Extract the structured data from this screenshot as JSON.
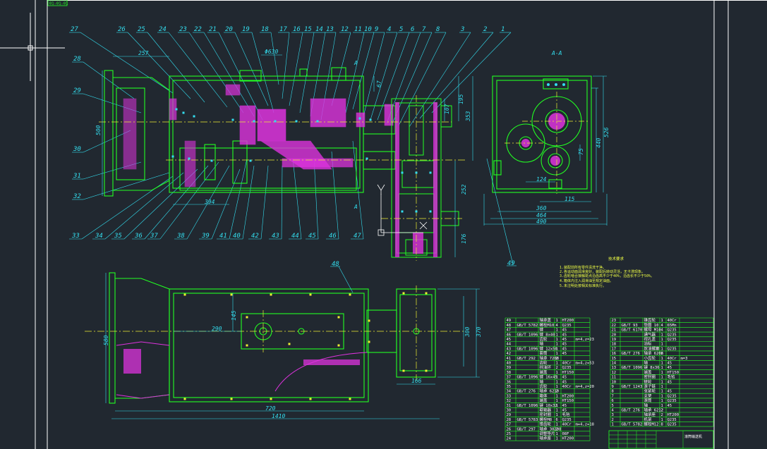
{
  "drawing": {
    "sheet_tag": "01-01-01",
    "section_label": "A-A",
    "section_mark": "A",
    "notes_title": "技术要求",
    "notes": [
      "1.装配前所有零件清洗干净。",
      "2.各运动面润滑良好，装配后转动灵活，无卡滞现象。",
      "3.齿轮啮合接触斑点沿齿高不少于40%，沿齿长不少于50%。",
      "4.箱体内注入润滑油至规定油面。",
      "5.未注明处按相关标准执行。"
    ],
    "balloons_top": [
      "27",
      "26",
      "25",
      "24",
      "23",
      "22",
      "21",
      "20",
      "19",
      "18",
      "17",
      "16",
      "15",
      "14",
      "13",
      "12",
      "11",
      "10",
      "9",
      "4",
      "5",
      "6",
      "7",
      "8",
      "3",
      "2",
      "1"
    ],
    "balloons_left": [
      "28",
      "29",
      "30",
      "31",
      "32"
    ],
    "balloons_bottom": [
      "33",
      "34",
      "35",
      "36",
      "37",
      "38",
      "39",
      "41",
      "40",
      "42",
      "43",
      "44",
      "45",
      "46",
      "47"
    ],
    "balloon_49": "49",
    "balloon_48": "48",
    "dims_main": {
      "d257": "257",
      "d630": "Φ630",
      "d500": "500",
      "d394": "394",
      "d107": "107",
      "d195": "195",
      "d353": "353",
      "d252": "252",
      "d176": "176",
      "d67": "67"
    },
    "dims_section": {
      "d526": "526",
      "d440": "440",
      "d75": "75",
      "d124": "124",
      "d115": "115",
      "d360": "360",
      "d464": "464",
      "d490": "490"
    },
    "dims_plan": {
      "d145": "145",
      "d290": "290",
      "d580": "580",
      "d720": "720",
      "d1410": "1410",
      "d166": "166",
      "d300": "300",
      "d370": "370"
    },
    "title_block_label": "滚筒输送机",
    "bom_left": [
      [
        "49",
        "",
        "轴承盖",
        "1",
        "HT200",
        ""
      ],
      [
        "48",
        "GB/T 5782",
        "螺栓M10",
        "4",
        "Q235",
        ""
      ],
      [
        "47",
        "",
        "键",
        "1",
        "45",
        ""
      ],
      [
        "46",
        "GB/T 1096",
        "键 8x40",
        "1",
        "45",
        ""
      ],
      [
        "45",
        "",
        "齿轮",
        "1",
        "45",
        "m=4,z=23"
      ],
      [
        "44",
        "",
        "轴",
        "1",
        "45",
        ""
      ],
      [
        "43",
        "GB/T 1096",
        "键 12x50",
        "1",
        "45",
        ""
      ],
      [
        "42",
        "",
        "套筒",
        "1",
        "45",
        ""
      ],
      [
        "41",
        "GB/T 292",
        "轴承 7208",
        "2",
        "",
        ""
      ],
      [
        "40",
        "",
        "齿轮",
        "1",
        "40Cr",
        "m=4,z=53"
      ],
      [
        "39",
        "",
        "挡油环",
        "2",
        "Q235",
        ""
      ],
      [
        "38",
        "",
        "端盖",
        "1",
        "HT150",
        ""
      ],
      [
        "37",
        "GB/T 1096",
        "键 16x45",
        "1",
        "45",
        ""
      ],
      [
        "36",
        "",
        "轴",
        "1",
        "45",
        ""
      ],
      [
        "35",
        "",
        "齿轮",
        "1",
        "40Cr",
        "m=4,z=20"
      ],
      [
        "34",
        "GB/T 276",
        "轴承 6210",
        "2",
        "",
        ""
      ],
      [
        "33",
        "",
        "箱体",
        "1",
        "HT200",
        ""
      ],
      [
        "32",
        "",
        "端盖",
        "1",
        "HT150",
        ""
      ],
      [
        "31",
        "GB/T 1096",
        "键 10x32",
        "1",
        "45",
        ""
      ],
      [
        "30",
        "",
        "联轴器",
        "1",
        "45",
        ""
      ],
      [
        "29",
        "",
        "密封圈",
        "1",
        "毛毡",
        ""
      ],
      [
        "28",
        "GB/T 5783",
        "螺栓M8",
        "6",
        "Q235",
        ""
      ],
      [
        "27",
        "",
        "锥齿轮",
        "1",
        "40Cr",
        "m=4,z=18"
      ],
      [
        "26",
        "GB/T 297",
        "轴承 30208",
        "2",
        "",
        ""
      ],
      [
        "25",
        "",
        "调整垫片",
        "1",
        "08F",
        ""
      ],
      [
        "24",
        "",
        "轴承座",
        "1",
        "HT200",
        ""
      ]
    ],
    "bom_right": [
      [
        "23",
        "",
        "锥齿轮",
        "1",
        "40Cr",
        ""
      ],
      [
        "22",
        "GB/T 93",
        "垫圈 10",
        "4",
        "65Mn",
        ""
      ],
      [
        "21",
        "GB/T 6170",
        "螺母 M10",
        "4",
        "Q235",
        ""
      ],
      [
        "20",
        "",
        "通气器",
        "1",
        "Q235",
        ""
      ],
      [
        "19",
        "",
        "视孔盖",
        "1",
        "Q235",
        ""
      ],
      [
        "18",
        "",
        "油标",
        "1",
        "",
        ""
      ],
      [
        "17",
        "",
        "放油螺塞",
        "1",
        "Q235",
        ""
      ],
      [
        "16",
        "GB/T 276",
        "轴承 6206",
        "2",
        "",
        ""
      ],
      [
        "15",
        "",
        "小齿轮",
        "1",
        "40Cr",
        "m=3"
      ],
      [
        "14",
        "",
        "轴",
        "1",
        "45",
        ""
      ],
      [
        "13",
        "GB/T 1096",
        "键 8x36",
        "1",
        "45",
        ""
      ],
      [
        "12",
        "",
        "端盖",
        "1",
        "HT150",
        ""
      ],
      [
        "11",
        "",
        "密封圈",
        "1",
        "毛毡",
        ""
      ],
      [
        "10",
        "",
        "链轮",
        "1",
        "45",
        ""
      ],
      [
        "9",
        "GB/T 1243",
        "滚子链",
        "1",
        "",
        ""
      ],
      [
        "8",
        "",
        "张紧轮",
        "1",
        "45",
        ""
      ],
      [
        "7",
        "",
        "支架",
        "1",
        "Q235",
        ""
      ],
      [
        "6",
        "",
        "滚筒",
        "1",
        "Q235",
        ""
      ],
      [
        "5",
        "",
        "轴",
        "1",
        "45",
        ""
      ],
      [
        "4",
        "GB/T 276",
        "轴承 6212",
        "2",
        "",
        ""
      ],
      [
        "3",
        "",
        "轴承座",
        "2",
        "HT200",
        ""
      ],
      [
        "2",
        "",
        "机架",
        "1",
        "Q235",
        ""
      ],
      [
        "1",
        "GB/T 5782",
        "螺栓M12",
        "8",
        "Q235",
        ""
      ]
    ],
    "colors": {
      "background": "#212830",
      "outline": "#22ff22",
      "dimension": "#33ddee",
      "hatch": "#dd33dd",
      "center": "#eeee33",
      "sheet_border": "#ffffff"
    }
  }
}
